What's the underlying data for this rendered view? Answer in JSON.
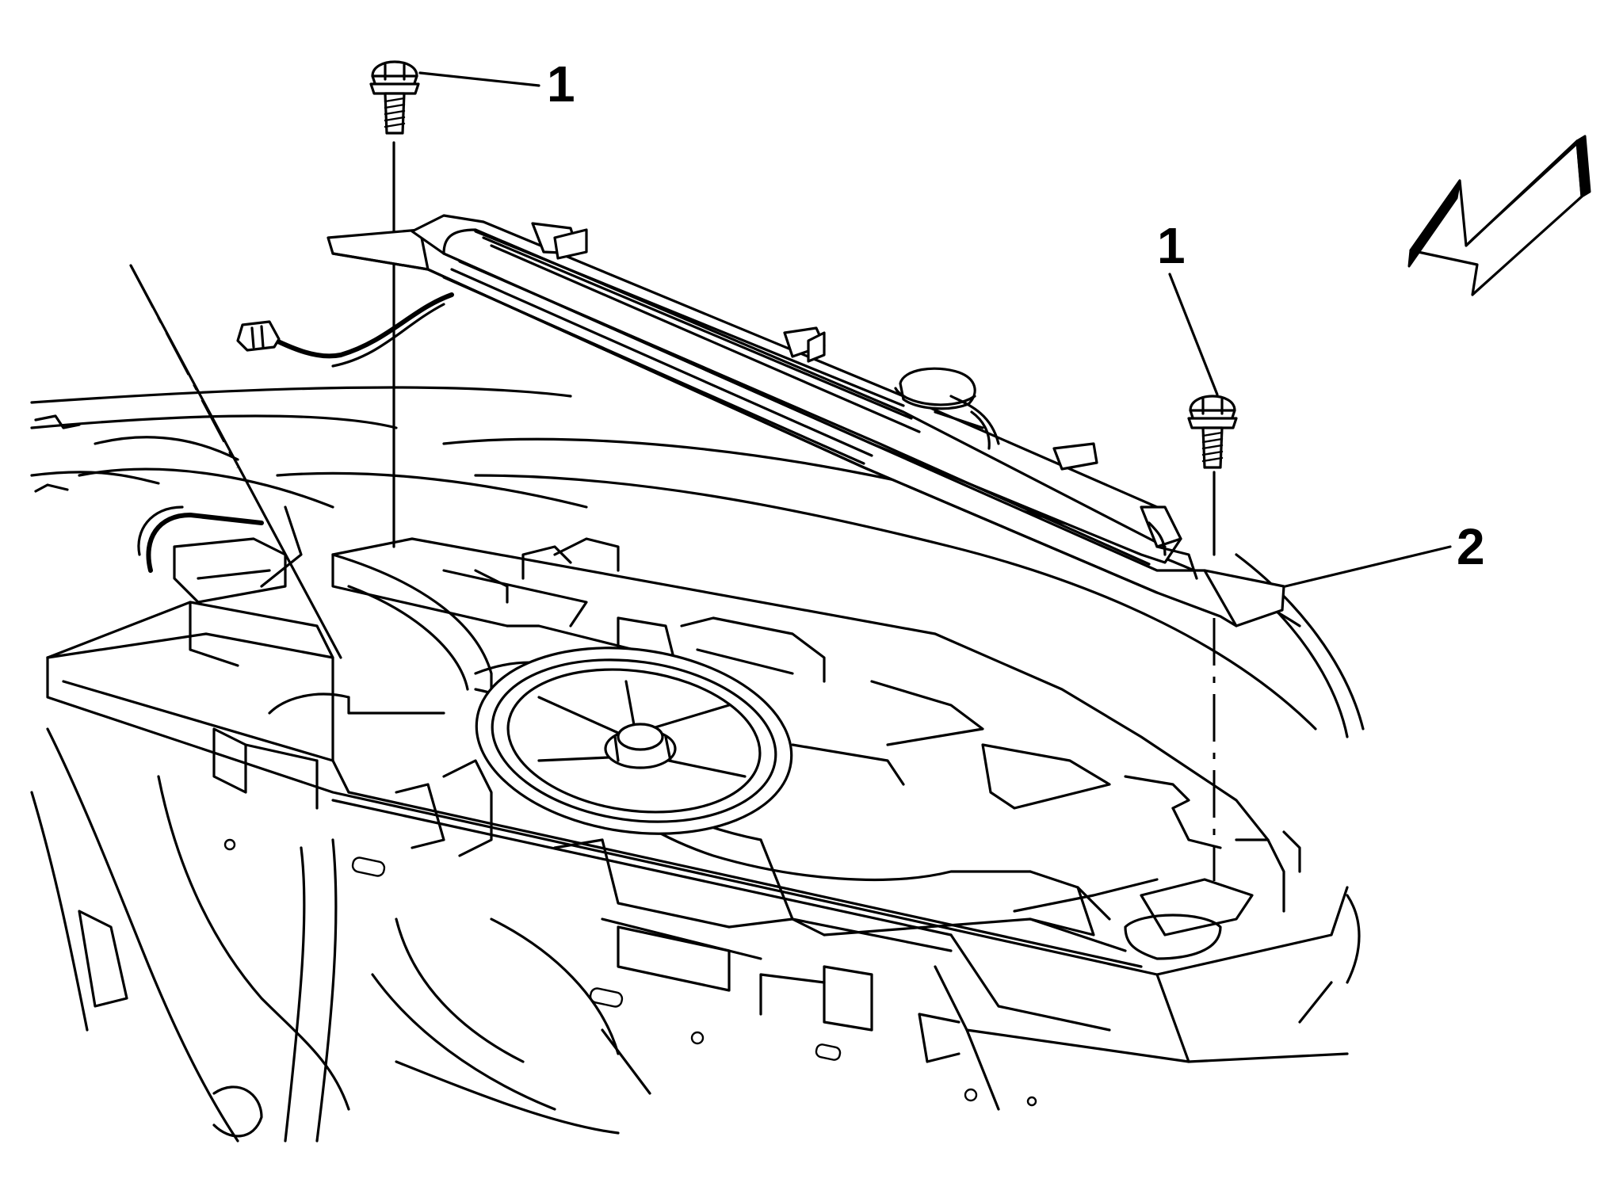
{
  "diagram": {
    "callouts": [
      {
        "id": "fastener-top",
        "label": "1"
      },
      {
        "id": "fastener-right",
        "label": "1"
      },
      {
        "id": "brake-lamp-assembly",
        "label": "2"
      }
    ],
    "icons": {
      "view_arrow": "view-direction-arrow-icon",
      "fastener": "bolt-icon",
      "speaker": "speaker-icon"
    },
    "colors": {
      "line": "#000000",
      "background": "#ffffff"
    }
  }
}
